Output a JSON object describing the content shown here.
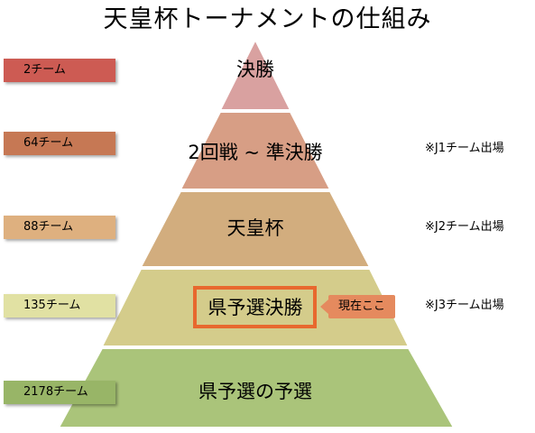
{
  "title": "天皇杯トーナメントの仕組み",
  "tiers": [
    {
      "label": "決勝",
      "count": "2チーム",
      "note": "",
      "color": "#d9a1a0"
    },
    {
      "label": "2回戦 ~ 準決勝",
      "count": "64チーム",
      "note": "※J1チーム出場",
      "color": "#d79e85"
    },
    {
      "label": "天皇杯",
      "count": "88チーム",
      "note": "※J2チーム出場",
      "color": "#d2ad7e"
    },
    {
      "label": "県予選決勝",
      "count": "135チーム",
      "note": "※J3チーム出場",
      "color": "#d4cc8b"
    },
    {
      "label": "県予選の予選",
      "count": "2178チーム",
      "note": "",
      "color": "#aac47a"
    }
  ],
  "count_box_colors": [
    "#cd5b53",
    "#c67854",
    "#deb07f",
    "#e1e1a3",
    "#98b567"
  ],
  "callout": {
    "label": "現在ここ"
  },
  "colors": {
    "highlight": "#e8682e",
    "callout": "#e58a5e"
  }
}
